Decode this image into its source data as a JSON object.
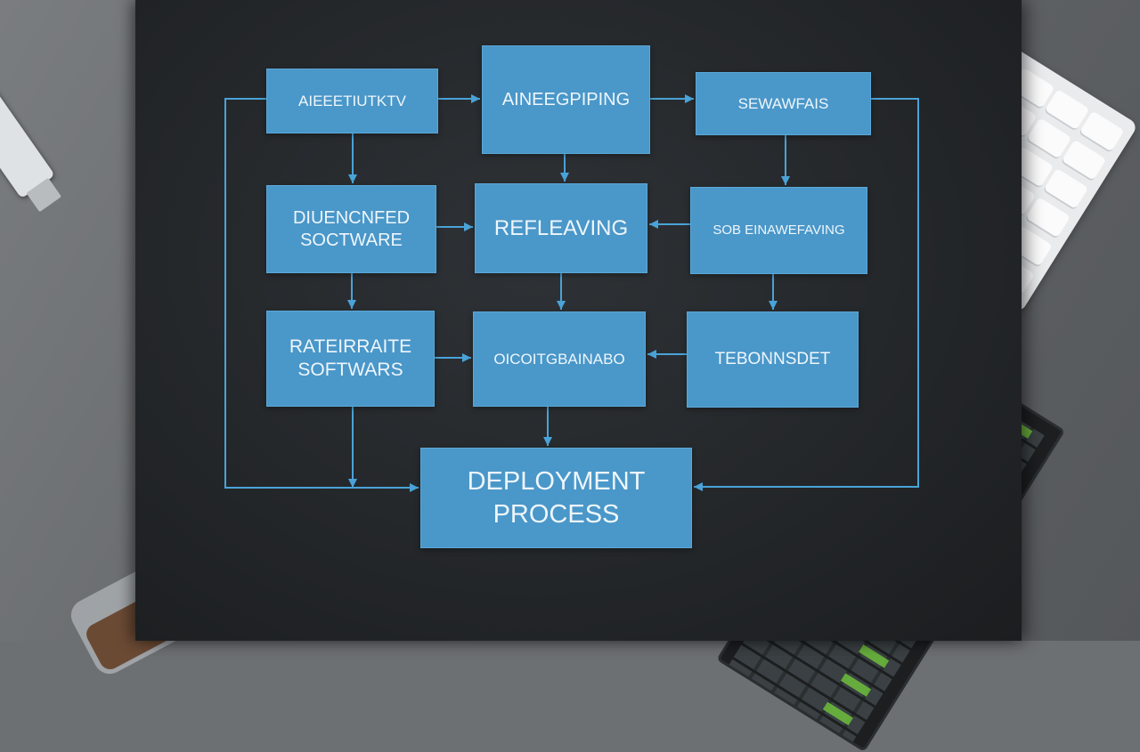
{
  "diagram": {
    "nodes": [
      {
        "id": "n1",
        "label": "AIEEETIUTKTV"
      },
      {
        "id": "n2",
        "label": "AINEEGPIPING"
      },
      {
        "id": "n3",
        "label": "SEWAWFAIS"
      },
      {
        "id": "n4",
        "label": "DIUENCNFED\nSOCTWARE"
      },
      {
        "id": "n5",
        "label": "REFLEAVING"
      },
      {
        "id": "n6",
        "label": "SOB EINAWEFAVING"
      },
      {
        "id": "n7",
        "label": "RATEIRRAITE\nSOFTWARS"
      },
      {
        "id": "n8",
        "label": "OICOITGBAINABO"
      },
      {
        "id": "n9",
        "label": "TEBONNSDET"
      },
      {
        "id": "n10",
        "label": "DEPLOYMENT\nPROCESS"
      }
    ]
  },
  "colors": {
    "node_fill": "#4a97c9",
    "connector": "#4aa3d8",
    "board": "#24272a"
  }
}
